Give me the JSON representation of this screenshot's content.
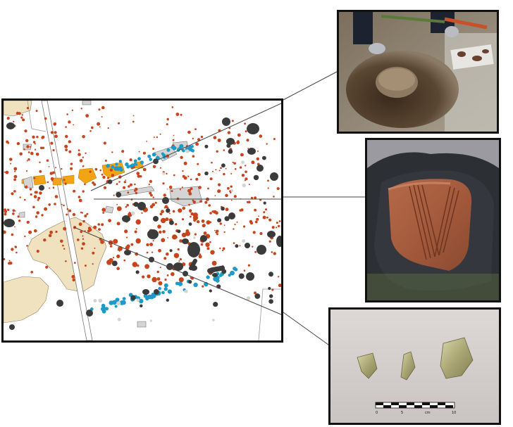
{
  "figure": {
    "map": {
      "legend_colors": {
        "red_features": "#c8441c",
        "blue_features": "#1e9ac8",
        "dark_features": "#3b3b3b",
        "grey_features": "#d4d4d4",
        "orange_features": "#f2a514",
        "beige_zones": "#f0e1bf"
      }
    },
    "photos": [
      {
        "subject": "excavation-photo"
      },
      {
        "subject": "decorated-pottery-sherd-photo"
      },
      {
        "subject": "glass-fragments-photo"
      }
    ],
    "scale_bar": {
      "labels": [
        "0",
        "5",
        "cm",
        "10"
      ]
    }
  }
}
